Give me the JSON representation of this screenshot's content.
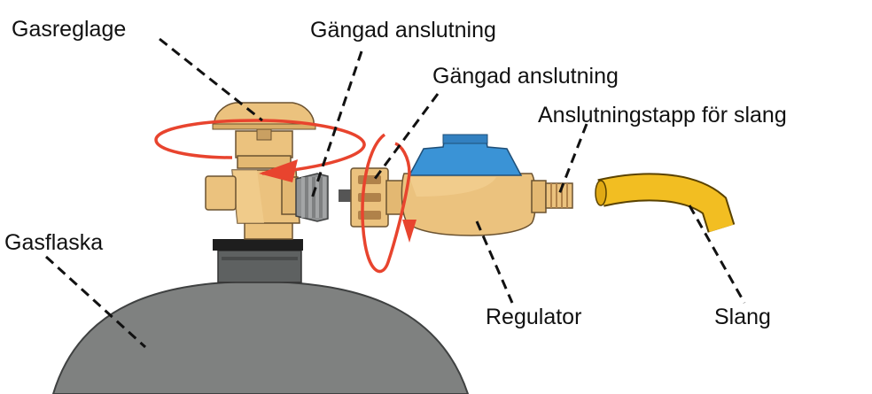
{
  "labels": {
    "valve_handle": "Gasreglage",
    "threaded_connection_valve": "Gängad anslutning",
    "threaded_connection_regulator": "Gängad anslutning",
    "hose_nozzle": "Anslutningstapp för slang",
    "cylinder": "Gasflaska",
    "regulator": "Regulator",
    "hose": "Slang"
  },
  "colors": {
    "brass": "#EBC27E",
    "brass_dark": "#C9A062",
    "cylinder": "#7F8180",
    "collar_dark": "#5A5D5D",
    "regulator_cap": "#3A93D6",
    "hose": "#F2BE22",
    "arrow": "#E8442E",
    "threads": "#8F9192"
  }
}
